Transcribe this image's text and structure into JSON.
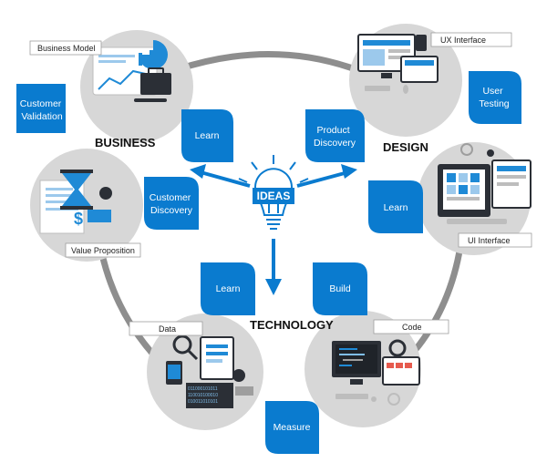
{
  "colors": {
    "accent_blue": "#0a7bcf",
    "ring_gray": "#d7d7d7",
    "ring_dark": "#8e8e8e",
    "icon_blue": "#1f8ad6",
    "icon_dark": "#2b2f36"
  },
  "center": {
    "label": "IDEAS",
    "icon": "lightbulb-icon"
  },
  "sections": {
    "business": "BUSINESS",
    "design": "DESIGN",
    "technology": "TECHNOLOGY"
  },
  "leaves": {
    "customer_validation": [
      "Customer",
      "Validation"
    ],
    "learn_business": [
      "Learn"
    ],
    "customer_discovery": [
      "Customer",
      "Discovery"
    ],
    "product_discovery": [
      "Product",
      "Discovery"
    ],
    "user_testing": [
      "User",
      "Testing"
    ],
    "learn_design": [
      "Learn"
    ],
    "learn_technology": [
      "Learn"
    ],
    "build": [
      "Build"
    ],
    "measure": [
      "Measure"
    ]
  },
  "labels": {
    "business_model": "Business Model",
    "value_proposition": "Value Proposition",
    "ux_interface": "UX Interface",
    "ui_interface": "UI Interface",
    "data": "Data",
    "code": "Code"
  },
  "icons": [
    "business-model-icon",
    "briefcase-icon",
    "value-proposition-icon",
    "ux-interface-icon",
    "ui-interface-icon",
    "data-icon",
    "code-icon"
  ]
}
